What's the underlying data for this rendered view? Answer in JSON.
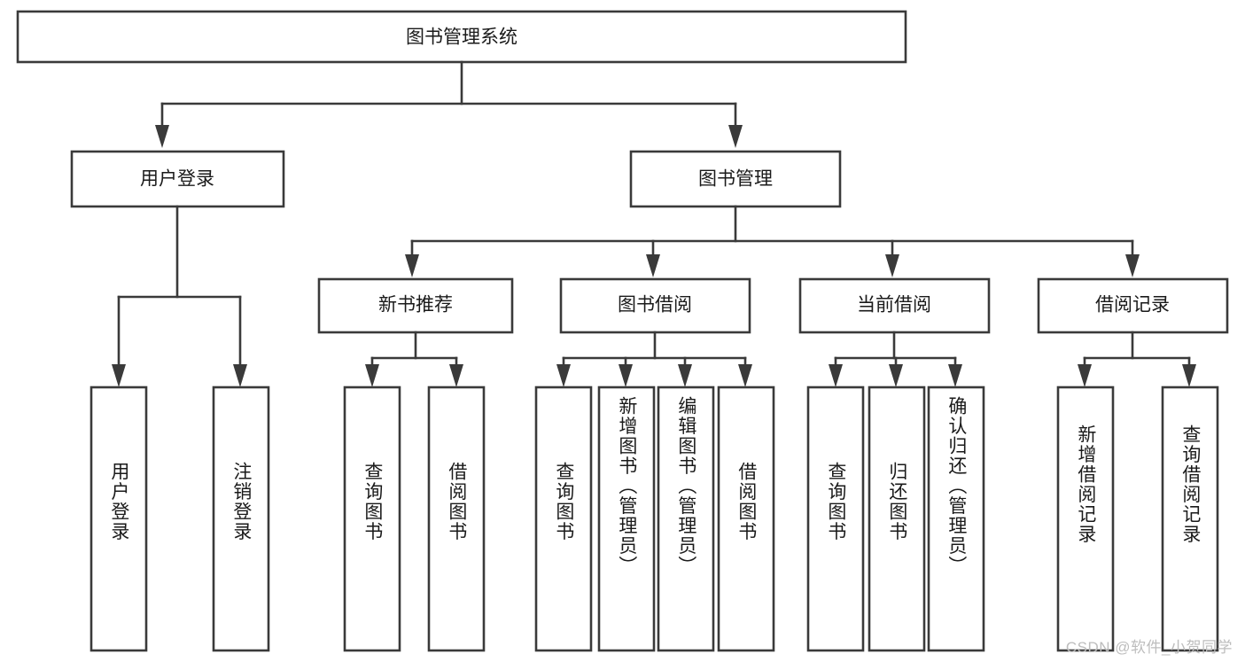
{
  "diagram": {
    "type": "tree-hierarchy-chart",
    "title": "图书管理系统",
    "watermark": "CSDN @软件_小贺同学",
    "colors": {
      "box_stroke": "#3a3a3a",
      "box_fill": "#ffffff",
      "text": "#1a1a1a",
      "watermark": "#bdbdbd",
      "background": "#ffffff"
    },
    "root": {
      "id": "root",
      "label": "图书管理系统"
    },
    "level1": [
      {
        "id": "user-login",
        "label": "用户登录"
      },
      {
        "id": "book-manage",
        "label": "图书管理"
      }
    ],
    "level2": [
      {
        "id": "new-book-recommend",
        "label": "新书推荐",
        "parent": "book-manage"
      },
      {
        "id": "book-borrow",
        "label": "图书借阅",
        "parent": "book-manage"
      },
      {
        "id": "current-borrow",
        "label": "当前借阅",
        "parent": "book-manage"
      },
      {
        "id": "borrow-record",
        "label": "借阅记录",
        "parent": "book-manage"
      }
    ],
    "leaves": [
      {
        "id": "leaf-user-login",
        "label": "用户登录",
        "parent": "user-login"
      },
      {
        "id": "leaf-user-logout",
        "label": "注销登录",
        "parent": "user-login"
      },
      {
        "id": "leaf-query-book-1",
        "label": "查询图书",
        "parent": "new-book-recommend"
      },
      {
        "id": "leaf-borrow-book-1",
        "label": "借阅图书",
        "parent": "new-book-recommend"
      },
      {
        "id": "leaf-query-book-2",
        "label": "查询图书",
        "parent": "book-borrow"
      },
      {
        "id": "leaf-add-book",
        "label": "新增图书（管理员）",
        "parent": "book-borrow"
      },
      {
        "id": "leaf-edit-book",
        "label": "编辑图书（管理员）",
        "parent": "book-borrow"
      },
      {
        "id": "leaf-borrow-book-2",
        "label": "借阅图书",
        "parent": "book-borrow"
      },
      {
        "id": "leaf-query-book-3",
        "label": "查询图书",
        "parent": "current-borrow"
      },
      {
        "id": "leaf-return-book",
        "label": "归还图书",
        "parent": "current-borrow"
      },
      {
        "id": "leaf-confirm-return",
        "label": "确认归还（管理员）",
        "parent": "current-borrow"
      },
      {
        "id": "leaf-add-record",
        "label": "新增借阅记录",
        "parent": "borrow-record"
      },
      {
        "id": "leaf-query-record",
        "label": "查询借阅记录",
        "parent": "borrow-record"
      }
    ]
  }
}
